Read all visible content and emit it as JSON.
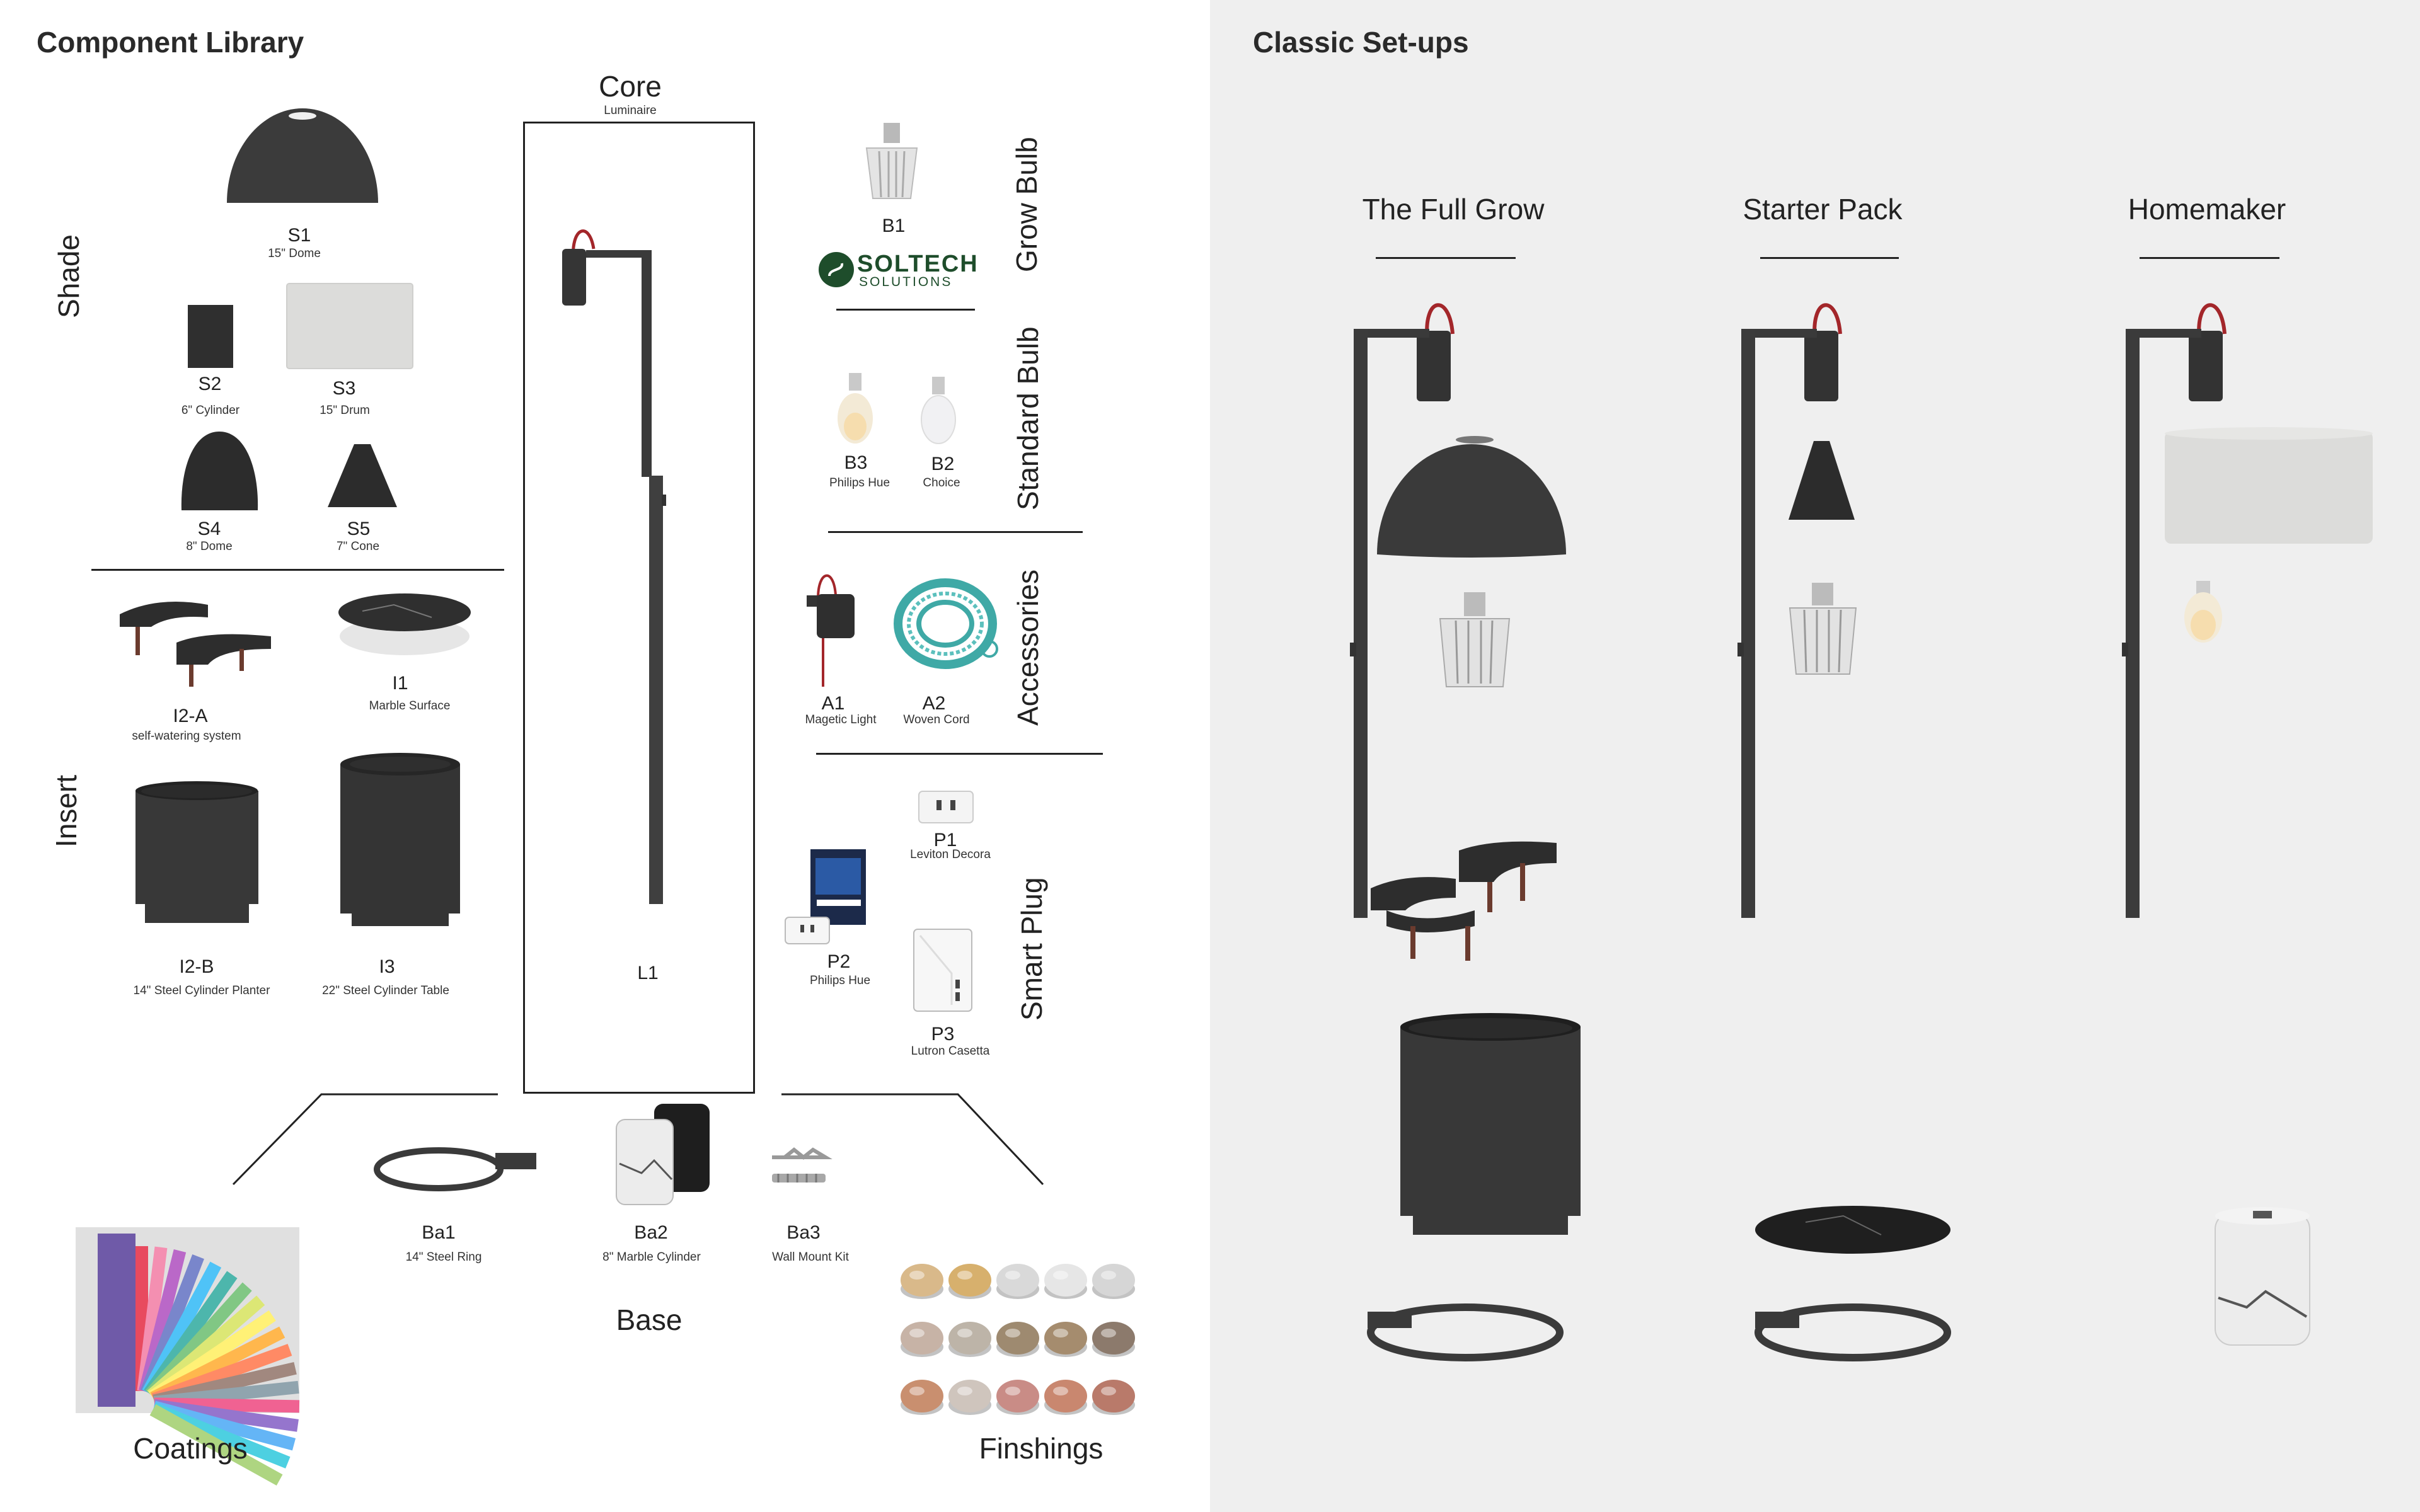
{
  "left": {
    "title": "Component Library",
    "core": {
      "title": "Core",
      "subtitle": "Luminaire",
      "item_code": "L1"
    },
    "groups": {
      "shade": "Shade",
      "insert": "Insert",
      "grow_bulb": "Grow Bulb",
      "standard_bulb": "Standard Bulb",
      "accessories": "Accessories",
      "smart_plug": "Smart Plug",
      "base": "Base",
      "coatings": "Coatings",
      "finishings": "Finshings"
    },
    "shades": [
      {
        "code": "S1",
        "name": "15\" Dome"
      },
      {
        "code": "S2",
        "name": "6\" Cylinder"
      },
      {
        "code": "S3",
        "name": "15\" Drum"
      },
      {
        "code": "S4",
        "name": "8\" Dome"
      },
      {
        "code": "S5",
        "name": "7\" Cone"
      }
    ],
    "inserts": [
      {
        "code": "I2-A",
        "name": "self-watering system"
      },
      {
        "code": "I1",
        "name": "Marble Surface"
      },
      {
        "code": "I2-B",
        "name": "14\" Steel Cylinder Planter"
      },
      {
        "code": "I3",
        "name": "22\" Steel Cylinder Table"
      }
    ],
    "grow_bulb": {
      "code": "B1",
      "brand_line1": "SOLTECH",
      "brand_line2": "SOLUTIONS"
    },
    "standard_bulbs": [
      {
        "code": "B3",
        "name": "Philips Hue"
      },
      {
        "code": "B2",
        "name": "Choice"
      }
    ],
    "accessories": [
      {
        "code": "A1",
        "name": "Magetic Light"
      },
      {
        "code": "A2",
        "name": "Woven Cord"
      }
    ],
    "plugs": [
      {
        "code": "P1",
        "name": "Leviton Decora"
      },
      {
        "code": "P2",
        "name": "Philips Hue"
      },
      {
        "code": "P3",
        "name": "Lutron Casetta"
      }
    ],
    "bases": [
      {
        "code": "Ba1",
        "name": "14\" Steel Ring"
      },
      {
        "code": "Ba2",
        "name": "8\" Marble Cylinder"
      },
      {
        "code": "Ba3",
        "name": "Wall Mount Kit"
      }
    ]
  },
  "right": {
    "title": "Classic Set-ups",
    "setups": [
      "The Full Grow",
      "Starter Pack",
      "Homemaker"
    ]
  },
  "colors": {
    "metal": "#3a3a3a",
    "cord": "#a3262a",
    "right_bg": "#efefef",
    "teal_cord": "#3fa9a6",
    "marble": "#e9e9e9"
  }
}
